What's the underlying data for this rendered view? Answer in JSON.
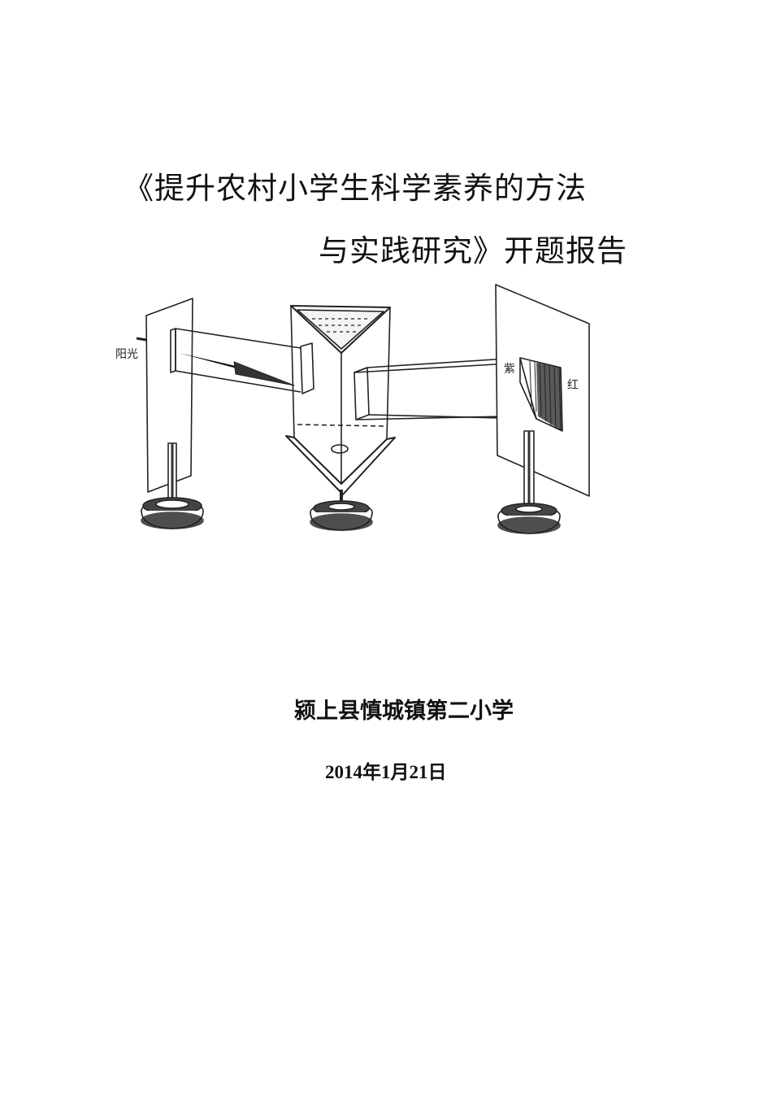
{
  "title": {
    "line1": "《提升农村小学生科学素养的方法",
    "line2": "与实践研究》开题报告"
  },
  "figure": {
    "label_sunlight": "阳光",
    "label_violet": "紫",
    "label_red": "红"
  },
  "school": "颍上县慎城镇第二小学",
  "date": "2014年1月21日"
}
